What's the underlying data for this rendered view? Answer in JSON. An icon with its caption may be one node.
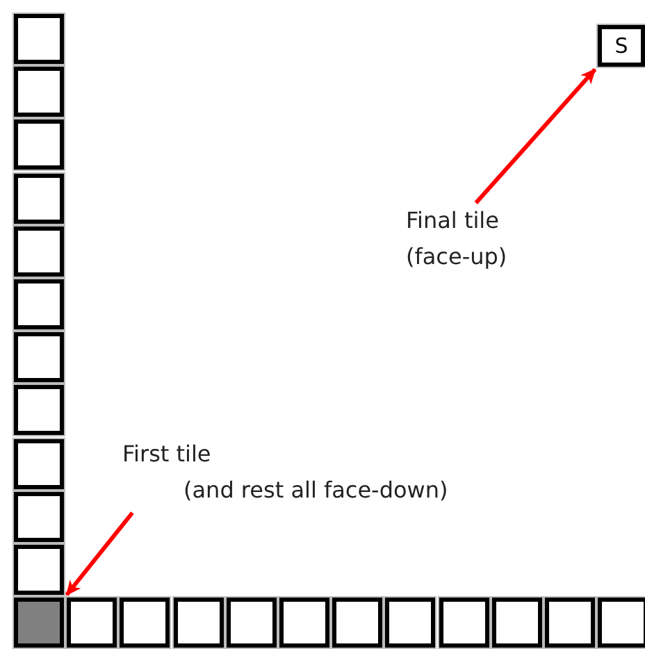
{
  "diagram": {
    "nodes": [
      {
        "text": [
          "S"
        ]
      },
      {
        "text": [
          "Final tile (face-up)"
        ]
      },
      {
        "text": [],
        "shape": "box"
      },
      {
        "text": [],
        "shape": "box"
      },
      {
        "text": [],
        "shape": "box"
      },
      {
        "text": [],
        "shape": "box"
      },
      {
        "text": [],
        "shape": "box"
      },
      {
        "text": [],
        "shape": "box"
      },
      {
        "text": [],
        "shape": "box"
      },
      {
        "text": [],
        "shape": "box"
      },
      {
        "text": [],
        "shape": "box"
      },
      {
        "text": [],
        "shape": "box"
      },
      {
        "text": [],
        "shape": "box"
      },
      {
        "text": [
          "First tile",
          "(and rest all face-down)"
        ]
      },
      {
        "text": [],
        "shape": "box"
      },
      {
        "text": [],
        "shape": "box"
      },
      {
        "text": [],
        "shape": "box"
      },
      {
        "text": [],
        "shape": "box"
      },
      {
        "text": [],
        "shape": "box"
      },
      {
        "text": [],
        "shape": "box"
      },
      {
        "text": [],
        "shape": "box"
      },
      {
        "text": [],
        "shape": "box"
      },
      {
        "text": [],
        "shape": "box"
      },
      {
        "text": [],
        "shape": "box"
      },
      {
        "text": [],
        "shape": "box"
      },
      {
        "text": [],
        "shape": "box"
      }
    ],
    "edges": [
      {
        "from": 1,
        "to": 0,
        "arrow": "to"
      },
      {
        "from": 13,
        "to": 14,
        "arrow": "to"
      }
    ]
  }
}
